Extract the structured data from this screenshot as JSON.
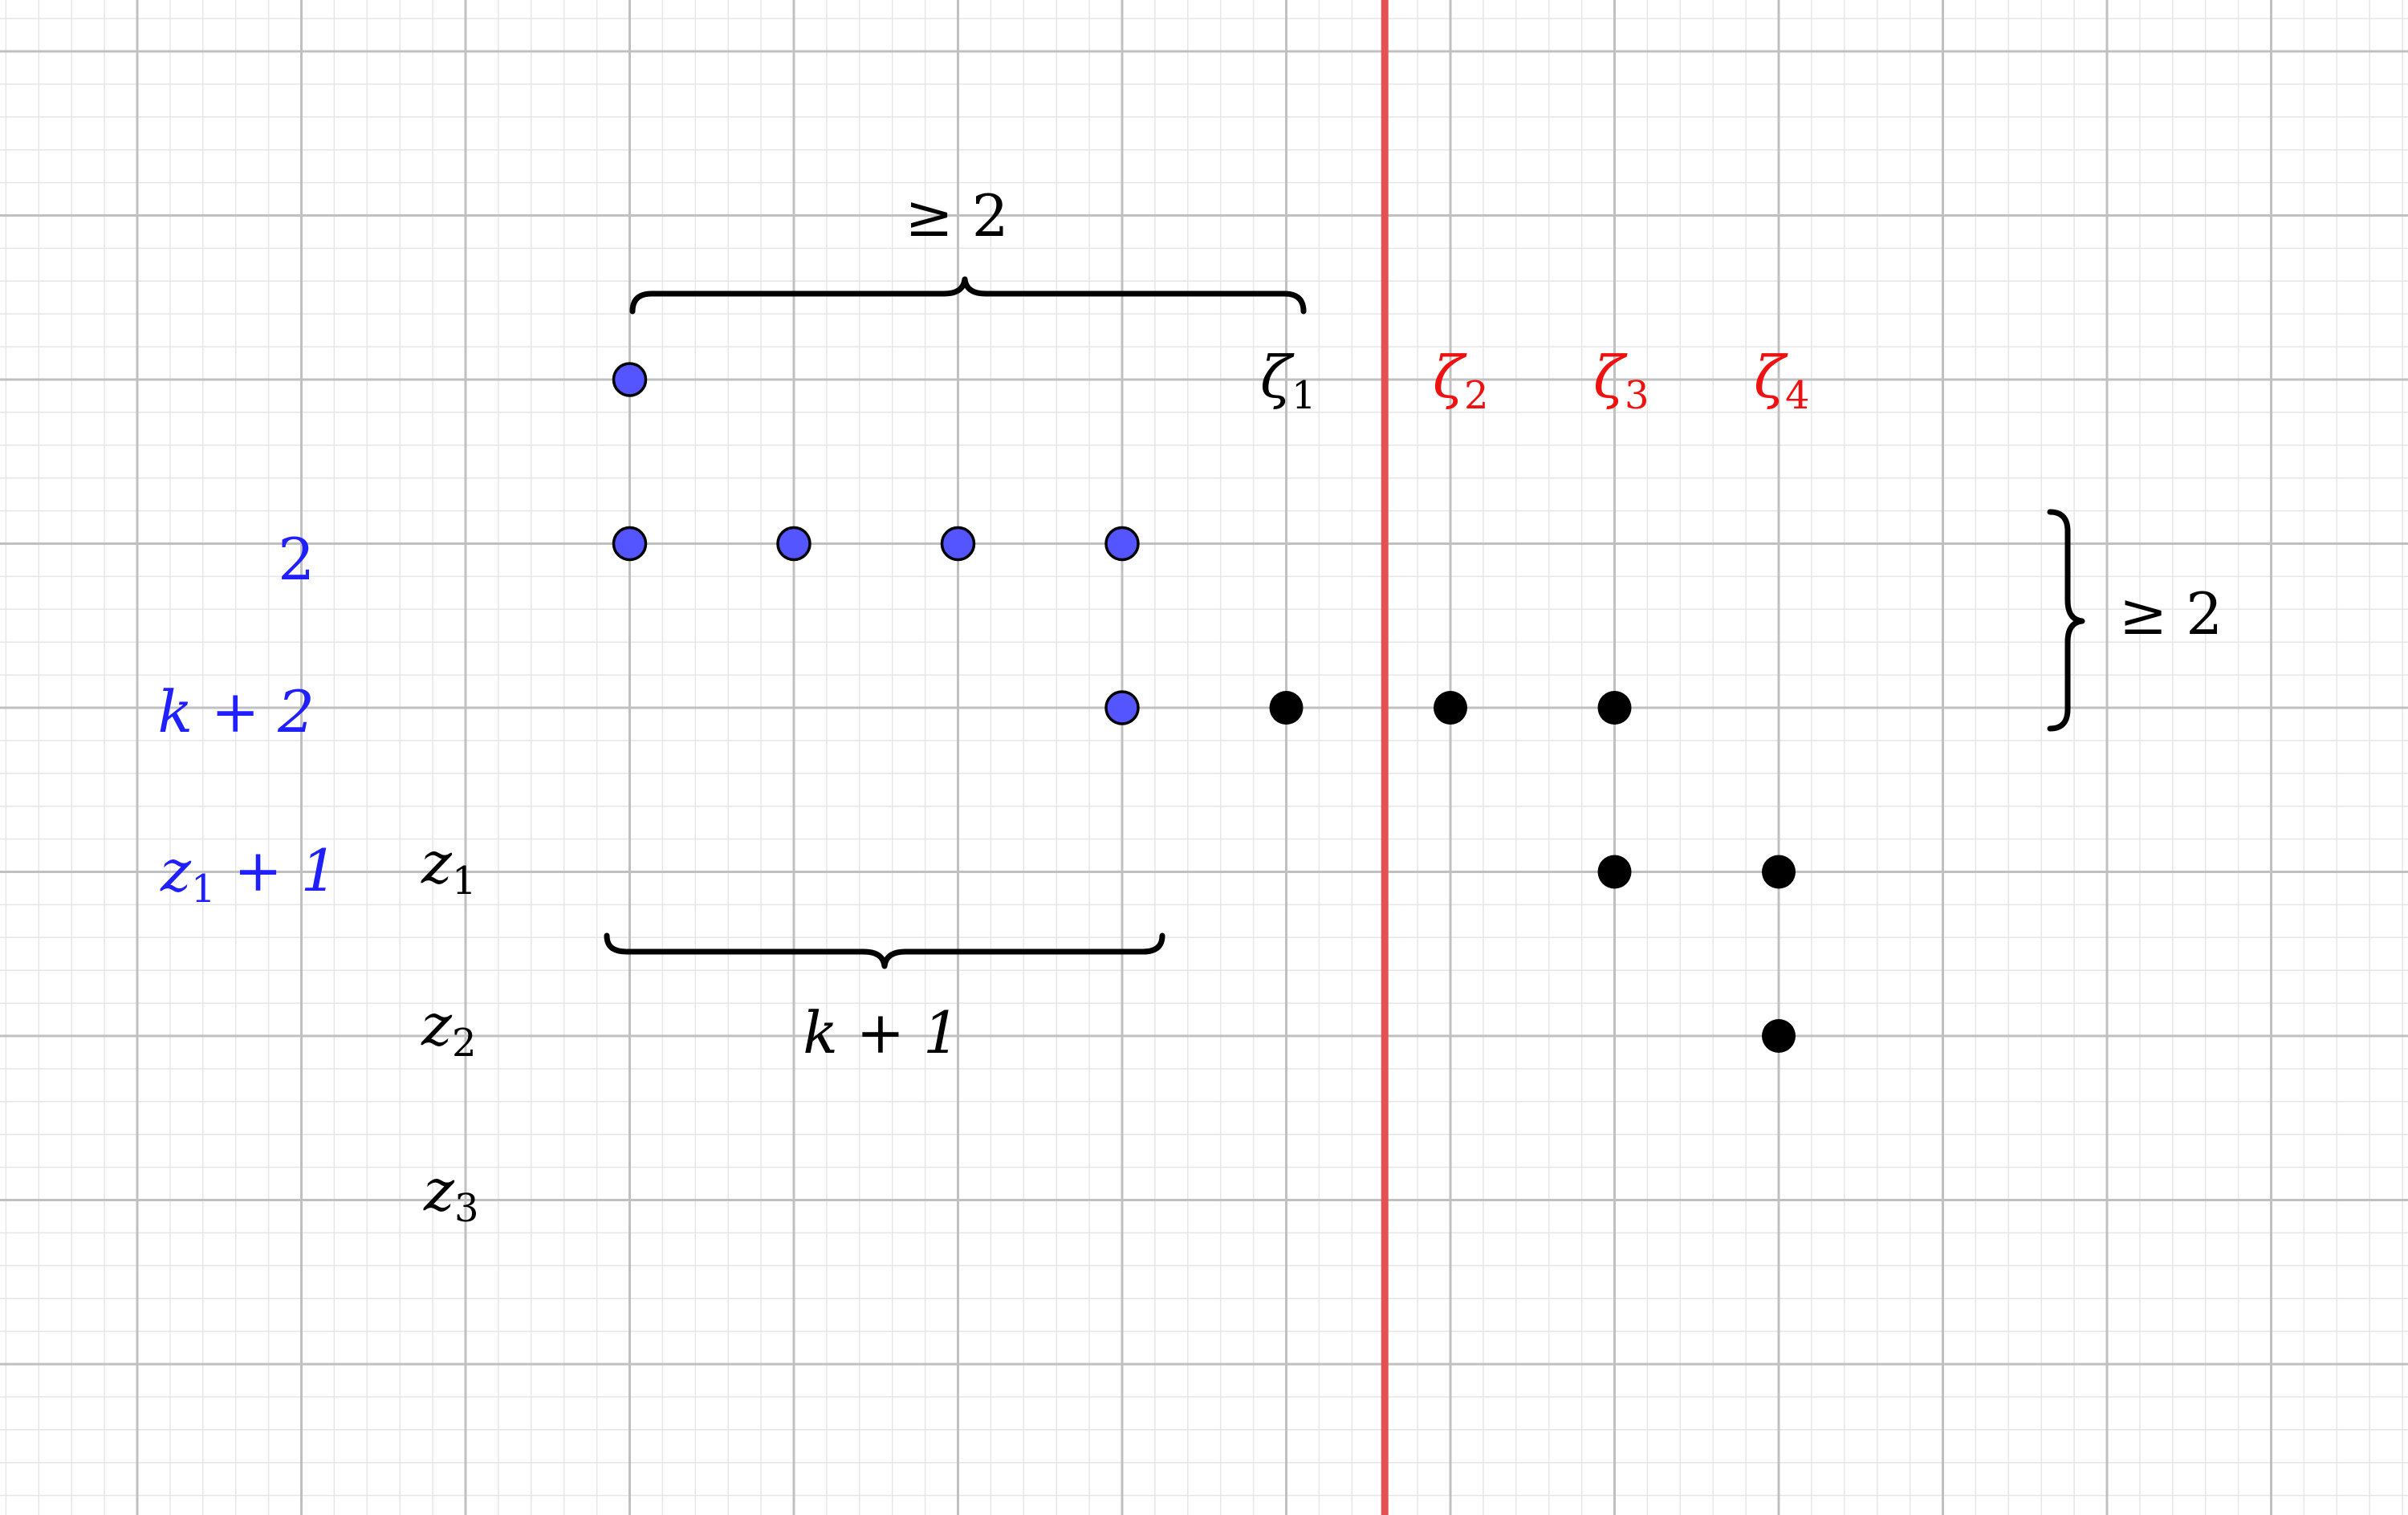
{
  "colors": {
    "background": "#ffffff",
    "grid_minor": "#e6e6e6",
    "grid_major": "#c0c0c0",
    "divider": "#e65050",
    "blue_point": "#5555ff",
    "blue_text": "#1f1fff",
    "black": "#000000",
    "red_text": "#ee1111"
  },
  "grid": {
    "major_every": 1,
    "minor_per_major": 5
  },
  "divider": {
    "x": 7.6
  },
  "labels": {
    "top_brace": "≥ 2",
    "bottom_brace": "k + 1",
    "right_brace": "≥ 2",
    "zeta1": {
      "base": "ζ",
      "sub": "1"
    },
    "zeta2": {
      "base": "ζ",
      "sub": "2"
    },
    "zeta3": {
      "base": "ζ",
      "sub": "3"
    },
    "zeta4": {
      "base": "ζ",
      "sub": "4"
    },
    "row_2": "2",
    "row_k2": "k + 2",
    "row_z1p1": {
      "base": "z",
      "sub": "1",
      "tail": " + 1"
    },
    "z1": {
      "base": "z",
      "sub": "1"
    },
    "z2": {
      "base": "z",
      "sub": "2"
    },
    "z3": {
      "base": "z",
      "sub": "3"
    }
  },
  "points": {
    "blue": [
      {
        "x": 3,
        "y": 2
      },
      {
        "x": 3,
        "y": 3
      },
      {
        "x": 4,
        "y": 3
      },
      {
        "x": 5,
        "y": 3
      },
      {
        "x": 6,
        "y": 3
      },
      {
        "x": 6,
        "y": 4
      }
    ],
    "black": [
      {
        "x": 7,
        "y": 4
      },
      {
        "x": 8,
        "y": 4
      },
      {
        "x": 9,
        "y": 4
      },
      {
        "x": 9,
        "y": 5
      },
      {
        "x": 10,
        "y": 5
      },
      {
        "x": 10,
        "y": 6
      }
    ]
  }
}
